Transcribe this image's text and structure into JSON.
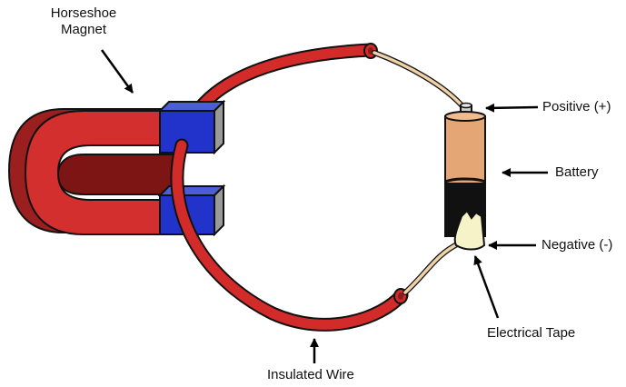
{
  "labels": {
    "magnet_line1": "Horseshoe",
    "magnet_line2": "Magnet",
    "positive": "Positive (+)",
    "battery": "Battery",
    "negative": "Negative (-)",
    "tape": "Electrical Tape",
    "wire": "Insulated Wire"
  },
  "colors": {
    "magnet_red": "#d32f2f",
    "magnet_dark_red": "#8b1a1a",
    "magnet_blue": "#2233cc",
    "pole_grey": "#9a9a9a",
    "wire_red": "#d32a2a",
    "copper": "#f0d2a8",
    "battery_copper": "#e4a674",
    "battery_black": "#111111",
    "tape": "#f6f3c8"
  }
}
